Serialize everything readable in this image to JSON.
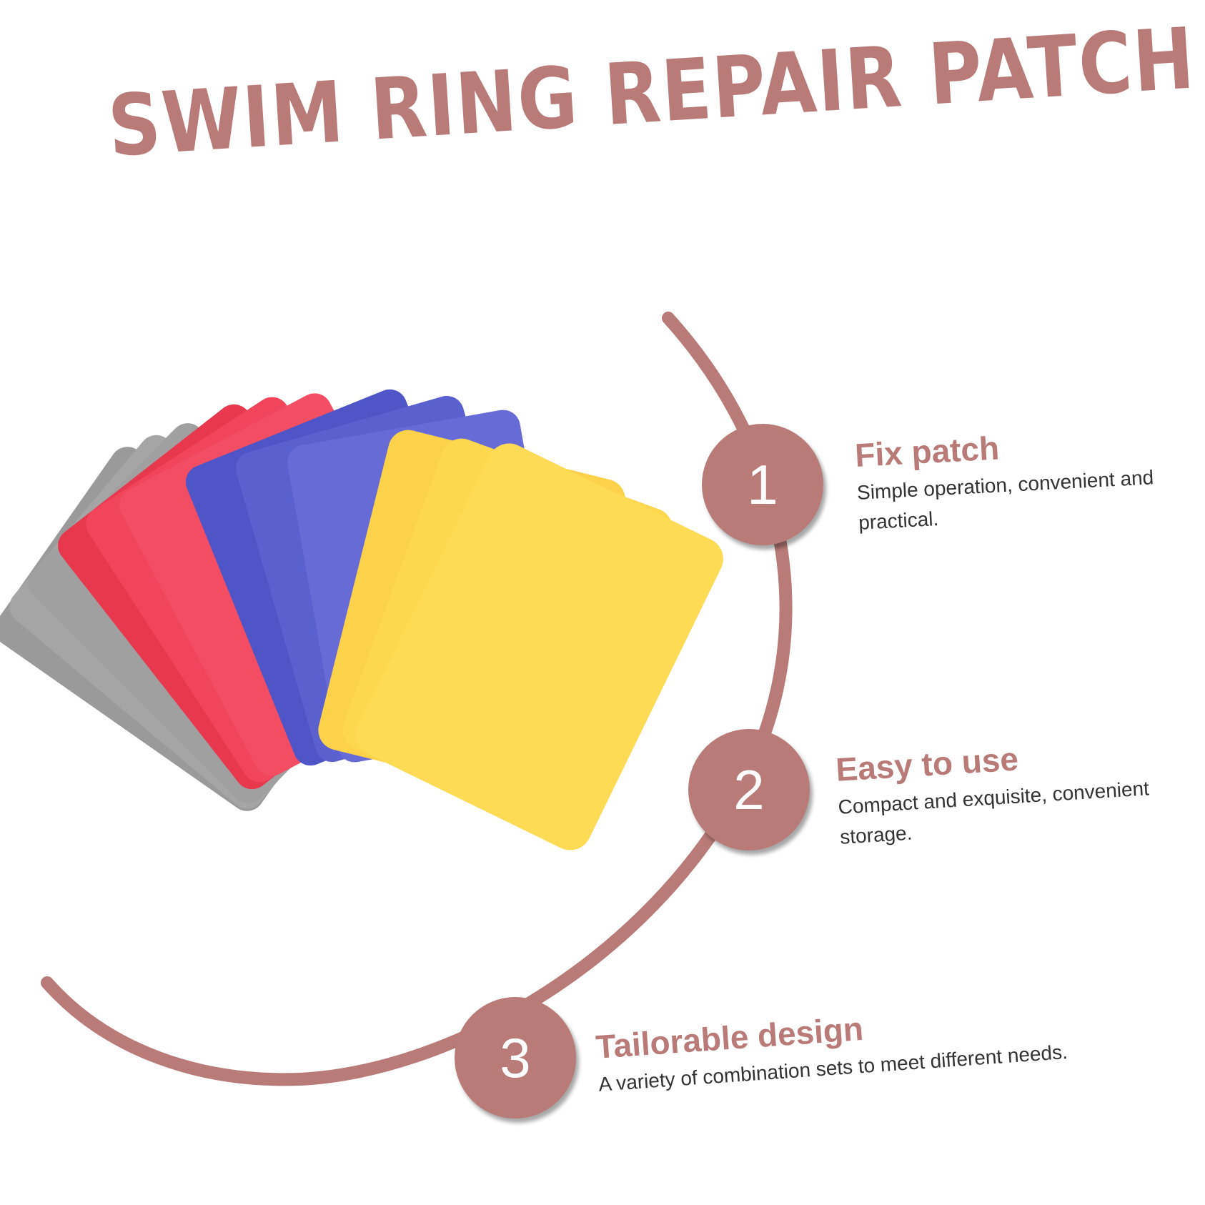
{
  "title": "SWIM RING REPAIR PATCH",
  "colors": {
    "accent": "#b87b78",
    "patch_gray": "#9a9a9a",
    "patch_red": "#f0455a",
    "patch_blue": "#5b60cf",
    "patch_yellow": "#fdd84f"
  },
  "features": [
    {
      "number": "1",
      "heading": "Fix patch",
      "description": "Simple operation, convenient and practical."
    },
    {
      "number": "2",
      "heading": "Easy to use",
      "description": "Compact and exquisite, convenient storage."
    },
    {
      "number": "3",
      "heading": "Tailorable design",
      "description": "A variety of combination sets to meet different needs."
    }
  ]
}
